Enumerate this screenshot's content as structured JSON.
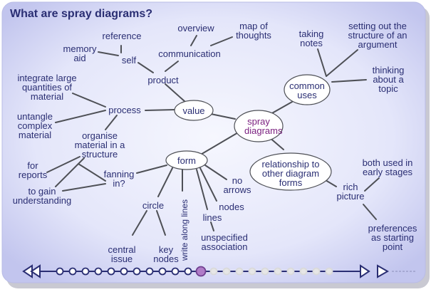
{
  "title": "What are spray diagrams?",
  "nodes": {
    "center": "spray\ndiagrams",
    "value": "value",
    "product": "product",
    "self": "self",
    "reference": "reference",
    "memory_aid": "memory\naid",
    "communication": "communication",
    "overview": "overview",
    "map_of_thoughts": "map of\nthoughts",
    "process": "process",
    "integrate": "integrate large\nquantities of\nmaterial",
    "untangle": "untangle\ncomplex\nmaterial",
    "organise": "organise\nmaterial in a\nstructure",
    "common_uses": "common\nuses",
    "taking_notes": "taking\nnotes",
    "setting_out": "setting out the\nstructure of an\nargument",
    "thinking": "thinking\nabout a\ntopic",
    "form": "form",
    "fanning_in": "fanning\nin?",
    "for_reports": "for\nreports",
    "to_gain": "to gain\nunderstanding",
    "circle": "circle",
    "central_issue": "central\nissue",
    "key_nodes": "key\nnodes",
    "write_along": "write along lines",
    "lines": "lines",
    "unspecified": "unspecified\nassociation",
    "nodes": "nodes",
    "no_arrows": "no\narrows",
    "relationship": "relationship to\nother diagram\nforms",
    "rich_picture": "rich\npicture",
    "both_used": "both used in\nearly stages",
    "preferences": "preferences\nas starting\npoint"
  },
  "navigation": {
    "total_steps": 22,
    "current_step": 12
  },
  "colors": {
    "background_center": "#f6f7fe",
    "background_edge": "#c6c9ef",
    "text": "#2a2e73",
    "center_text": "#7a1f7f",
    "line": "#4e5056",
    "oval_fill": "#ffffff",
    "nav_line": "#2a2e73"
  }
}
